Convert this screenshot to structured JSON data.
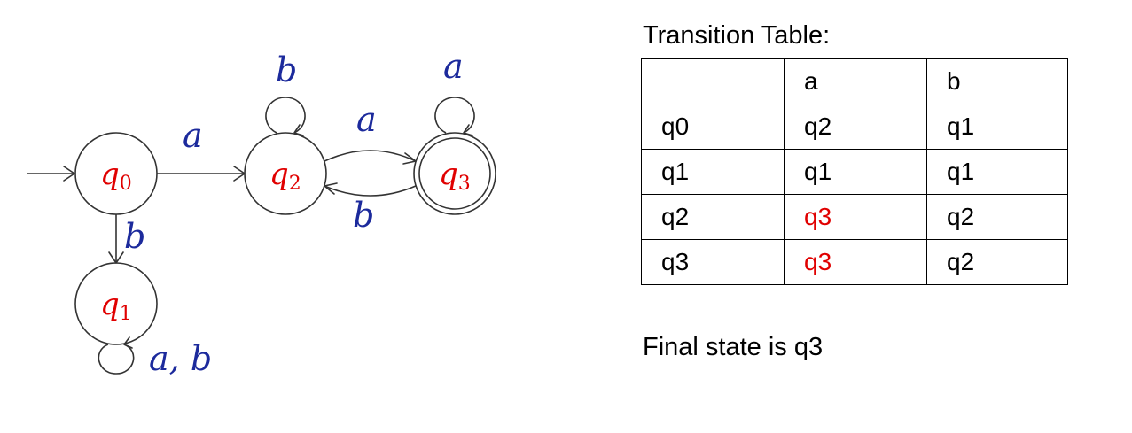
{
  "diagram": {
    "states": [
      {
        "id": "q0",
        "name": "q",
        "sub": "0",
        "final": false,
        "start": true
      },
      {
        "id": "q1",
        "name": "q",
        "sub": "1",
        "final": false,
        "start": false
      },
      {
        "id": "q2",
        "name": "q",
        "sub": "2",
        "final": false,
        "start": false
      },
      {
        "id": "q3",
        "name": "q",
        "sub": "3",
        "final": true,
        "start": false
      }
    ],
    "transitions": [
      {
        "from": "q0",
        "to": "q2",
        "label": "a"
      },
      {
        "from": "q0",
        "to": "q1",
        "label": "b"
      },
      {
        "from": "q1",
        "to": "q1",
        "label": "a, b"
      },
      {
        "from": "q2",
        "to": "q2",
        "label": "b"
      },
      {
        "from": "q2",
        "to": "q3",
        "label": "a"
      },
      {
        "from": "q3",
        "to": "q2",
        "label": "b"
      },
      {
        "from": "q3",
        "to": "q3",
        "label": "a"
      }
    ],
    "colors": {
      "state_label": "#e00000",
      "symbol": "#1c2a9c",
      "stroke": "#333333"
    }
  },
  "table": {
    "title": "Transition Table:",
    "header": [
      "",
      "a",
      "b"
    ],
    "rows": [
      [
        "q0",
        "q2",
        "q1"
      ],
      [
        "q1",
        "q1",
        "q1"
      ],
      [
        "q2",
        "q3",
        "q2"
      ],
      [
        "q3",
        "q3",
        "q2"
      ]
    ],
    "highlight_color": "#e00000"
  },
  "note": "Final state is q3"
}
